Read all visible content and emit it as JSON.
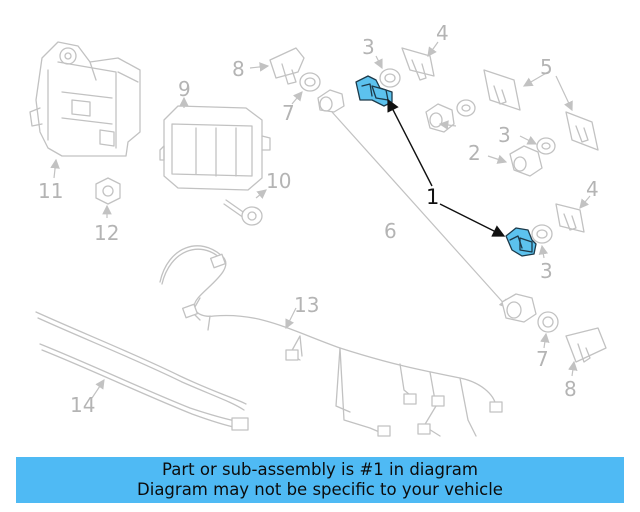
{
  "diagram": {
    "callouts": {
      "c1": "1",
      "c2": "2",
      "c3a": "3",
      "c3b": "3",
      "c3c": "3",
      "c4a": "4",
      "c4b": "4",
      "c5": "5",
      "c6": "6",
      "c7a": "7",
      "c7b": "7",
      "c8a": "8",
      "c8b": "8",
      "c9": "9",
      "c10": "10",
      "c11": "11",
      "c12": "12",
      "c13": "13",
      "c14": "14"
    },
    "colors": {
      "highlight": "#5cc2ee",
      "banner": "#4fbaf4",
      "line_art": "#c2c2c2"
    }
  },
  "banner": {
    "line1": "Part or sub-assembly is #1 in diagram",
    "line2": "Diagram may not be specific to your vehicle"
  }
}
